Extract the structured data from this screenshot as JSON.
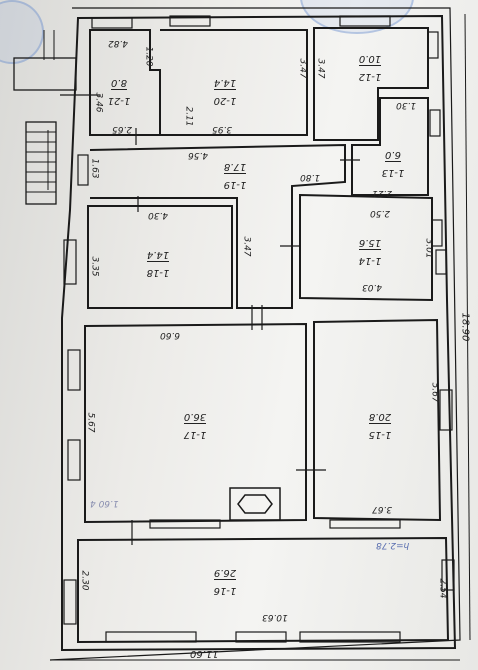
{
  "title": "",
  "overall_dims": {
    "height": "18.90",
    "width_bottom": "11.60",
    "width_inner": "10.63"
  },
  "rooms": [
    {
      "id": "1-12",
      "area": "10.0"
    },
    {
      "id": "1-20",
      "area": "14.4"
    },
    {
      "id": "1-21",
      "area": "8.0"
    },
    {
      "id": "1-19",
      "area": "17.8"
    },
    {
      "id": "1-13",
      "area": "6.0"
    },
    {
      "id": "1-18",
      "area": "14.4"
    },
    {
      "id": "1-14",
      "area": "15.6"
    },
    {
      "id": "1-17",
      "area": "36.0"
    },
    {
      "id": "1-15",
      "area": "20.8"
    },
    {
      "id": "1-16",
      "area": "26.9"
    }
  ],
  "dimensions": {
    "d_4_82": "4.82",
    "d_1_20": "1.20",
    "d_3_46": "3.46",
    "d_3_47a": "3.47",
    "d_3_47b": "3.47",
    "d_2_65": "2.65",
    "d_2_11": "2.11",
    "d_3_95": "3.95",
    "d_4_56": "4.56",
    "d_1_30": "1.30",
    "d_1_63": "1.63",
    "d_1_80": "1.80",
    "d_2_21": "2.21",
    "d_2_50": "2.50",
    "d_4_30": "4.30",
    "d_3_35": "3.35",
    "d_3_47c": "3.47",
    "d_3_01": "3.01",
    "d_4_03": "4.03",
    "d_6_60": "6.60",
    "d_5_67a": "5.67",
    "d_5_67b": "5.67",
    "d_3_67": "3.67",
    "d_2_30": "2.30",
    "d_2_54": "2.54"
  },
  "annotations": {
    "blue_note": "h=2.78",
    "faint_note": "1.60 4"
  }
}
